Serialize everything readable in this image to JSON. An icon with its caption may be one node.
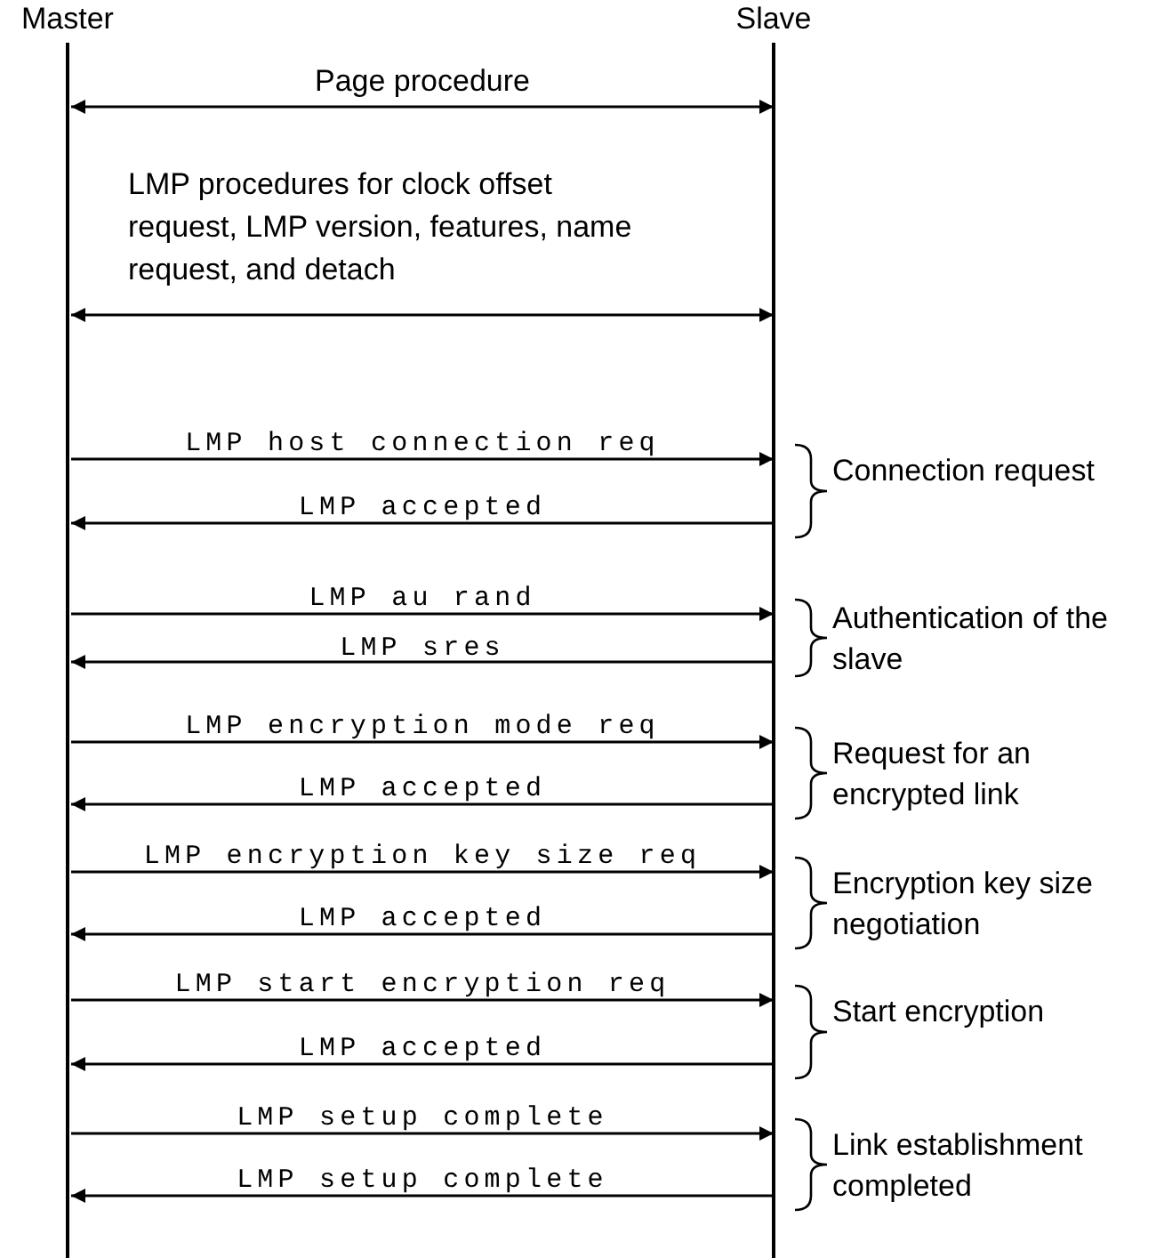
{
  "diagram": {
    "nodes": [
      {
        "text": [
          "Master"
        ]
      },
      {
        "text": [
          "Slave"
        ]
      }
    ],
    "edges": [
      {
        "from": 0,
        "to": 1,
        "arrow": "both",
        "label": "Page procedure"
      },
      {
        "from": 0,
        "to": 1,
        "arrow": "both",
        "label": "LMP procedures for clock offset request, LMP version, features, name request, and detach"
      },
      {
        "from": 0,
        "to": 1,
        "arrow": "to",
        "label": "LMP host connection req"
      },
      {
        "from": 1,
        "to": 0,
        "arrow": "to",
        "label": "LMP accepted"
      },
      {
        "from": 0,
        "to": 1,
        "arrow": "to",
        "label": "LMP au rand"
      },
      {
        "from": 1,
        "to": 0,
        "arrow": "to",
        "label": "LMP sres"
      },
      {
        "from": 0,
        "to": 1,
        "arrow": "to",
        "label": "LMP encryption mode req"
      },
      {
        "from": 1,
        "to": 0,
        "arrow": "to",
        "label": "LMP accepted"
      },
      {
        "from": 0,
        "to": 1,
        "arrow": "to",
        "label": "LMP encryption key size req"
      },
      {
        "from": 1,
        "to": 0,
        "arrow": "to",
        "label": "LMP accepted"
      },
      {
        "from": 0,
        "to": 1,
        "arrow": "to",
        "label": "LMP start encryption req"
      },
      {
        "from": 1,
        "to": 0,
        "arrow": "to",
        "label": "LMP accepted"
      },
      {
        "from": 0,
        "to": 1,
        "arrow": "to",
        "label": "LMP setup complete"
      },
      {
        "from": 1,
        "to": 0,
        "arrow": "to",
        "label": "LMP setup complete"
      }
    ],
    "labels": [
      "Connection request",
      "Authentication of the slave",
      "Request for an encrypted link",
      "Encryption key size negotiation",
      "Start encryption",
      "Link establishment completed"
    ]
  }
}
